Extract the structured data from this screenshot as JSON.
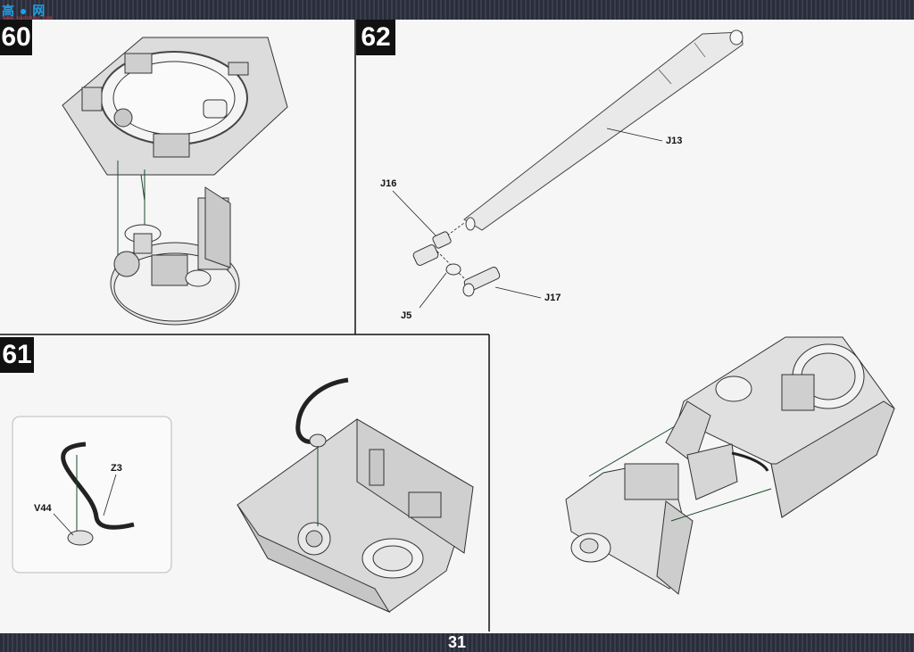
{
  "page": {
    "number": "31"
  },
  "watermark": {
    "main": "高 ● 网",
    "url": "www.gaoshou.com"
  },
  "steps": [
    {
      "number": "60",
      "labels": []
    },
    {
      "number": "61",
      "labels": [
        "Z3",
        "V44"
      ]
    },
    {
      "number": "62",
      "labels": [
        "J13",
        "J16",
        "J5",
        "J17"
      ]
    }
  ],
  "colors": {
    "frame": "#111111",
    "band": "#2a2d3a",
    "part_fill": "#e2e2e2",
    "hose": "#222222"
  }
}
